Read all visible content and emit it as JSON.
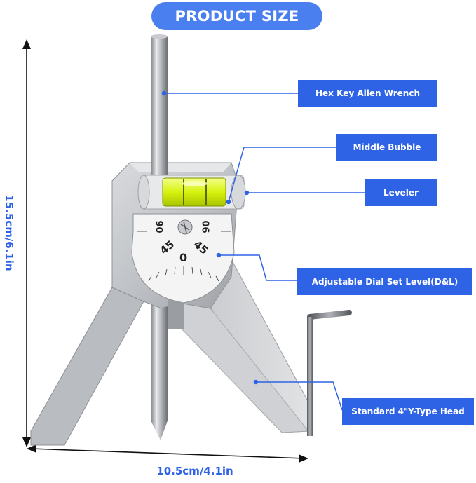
{
  "header": {
    "title": "PRODUCT SIZE"
  },
  "callouts": {
    "hex_key": "Hex Key Allen Wrench",
    "middle_bubble": "Middle Bubble",
    "leveler": "Leveler",
    "dial": "Adjustable Dial Set Level(D&L)",
    "head": "Standard 4\"Y-Type Head"
  },
  "dimensions": {
    "height": "15.5cm/6.1in",
    "width": "10.5cm/4.1in"
  },
  "dial": {
    "left_90": "90",
    "left_45": "45",
    "zero": "0",
    "right_45": "45",
    "right_90": "90"
  },
  "colors": {
    "accent": "#2f63e6",
    "title_pill": "#4a7ff0",
    "bubble": "#d8f21a",
    "metal": "#c4c6c9"
  }
}
